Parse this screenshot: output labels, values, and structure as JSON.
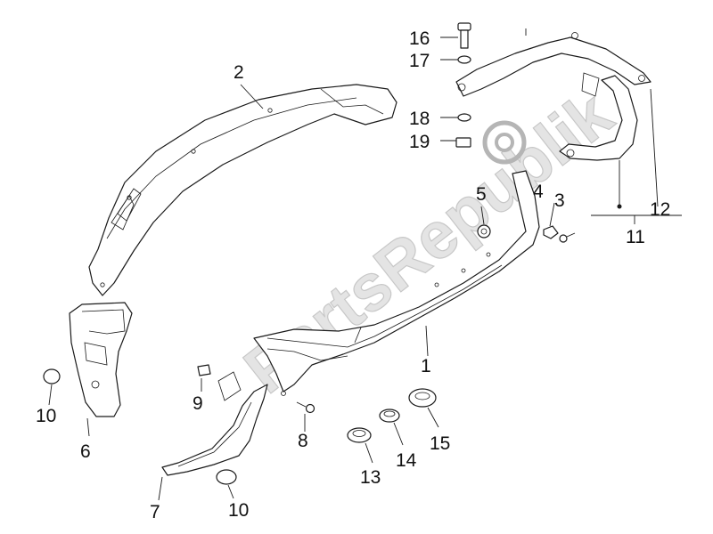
{
  "watermark": "PartsRepublik",
  "callouts": [
    {
      "id": "1",
      "label": "1"
    },
    {
      "id": "2",
      "label": "2"
    },
    {
      "id": "3",
      "label": "3"
    },
    {
      "id": "4",
      "label": "4"
    },
    {
      "id": "5",
      "label": "5"
    },
    {
      "id": "6",
      "label": "6"
    },
    {
      "id": "7",
      "label": "7"
    },
    {
      "id": "8",
      "label": "8"
    },
    {
      "id": "9",
      "label": "9"
    },
    {
      "id": "10a",
      "label": "10"
    },
    {
      "id": "10b",
      "label": "10"
    },
    {
      "id": "11",
      "label": "11"
    },
    {
      "id": "12",
      "label": "12"
    },
    {
      "id": "13",
      "label": "13"
    },
    {
      "id": "14",
      "label": "14"
    },
    {
      "id": "15",
      "label": "15"
    },
    {
      "id": "16",
      "label": "16"
    },
    {
      "id": "17",
      "label": "17"
    },
    {
      "id": "18",
      "label": "18"
    },
    {
      "id": "19",
      "label": "19"
    }
  ]
}
